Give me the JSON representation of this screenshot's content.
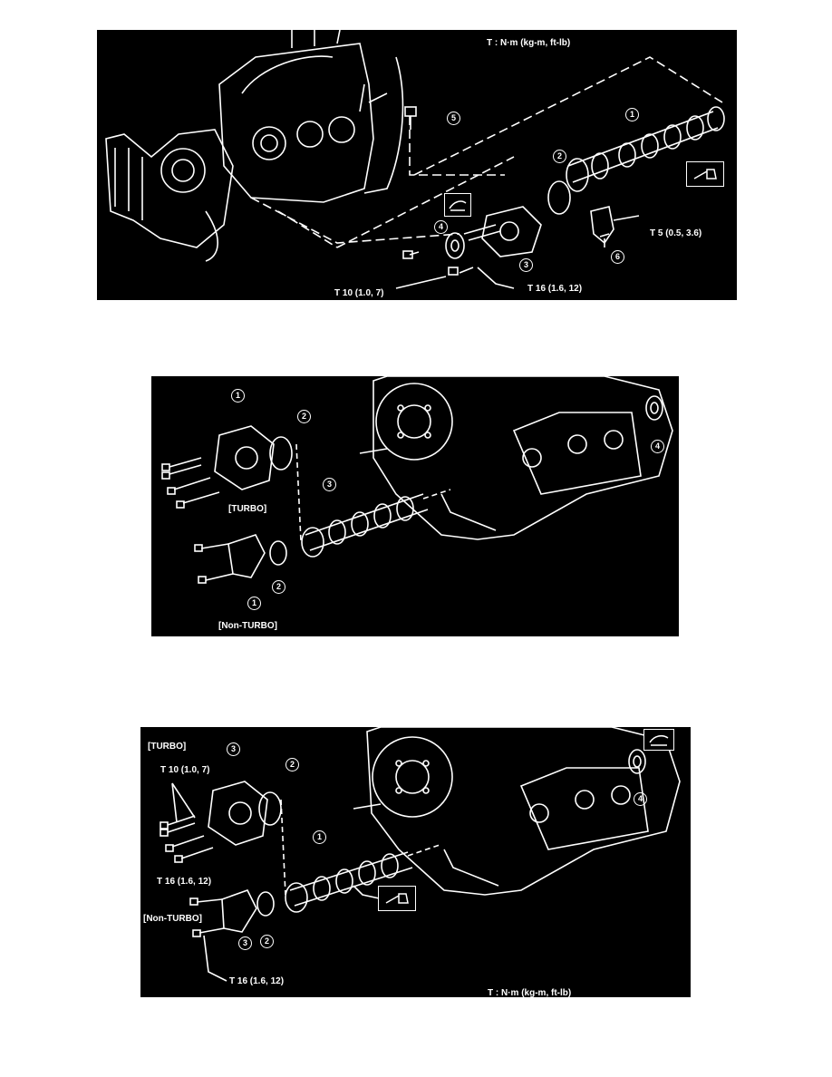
{
  "panel1": {
    "torque_units": "T : N·m (kg-m, ft-lb)",
    "callouts": [
      "1",
      "2",
      "3",
      "4",
      "5",
      "6"
    ],
    "torque_5": "T 5 (0.5, 3.6)",
    "torque_10": "T 10 (1.0, 7)",
    "torque_16": "T 16 (1.6, 12)"
  },
  "panel2": {
    "turbo_label": "[TURBO]",
    "non_turbo_label": "[Non-TURBO]",
    "callouts": [
      "1",
      "2",
      "3",
      "4",
      "1",
      "2"
    ]
  },
  "panel3": {
    "turbo_label": "[TURBO]",
    "non_turbo_label": "[Non-TURBO]",
    "torque_10": "T 10 (1.0, 7)",
    "torque_16a": "T 16 (1.6, 12)",
    "torque_16b": "T 16 (1.6, 12)",
    "torque_units": "T : N·m (kg-m, ft-lb)",
    "callouts": [
      "3",
      "2",
      "1",
      "4",
      "3",
      "2"
    ]
  },
  "icons": {
    "grease": "grease-symbol",
    "oil": "oil-can-symbol",
    "key": "key-symbol"
  }
}
